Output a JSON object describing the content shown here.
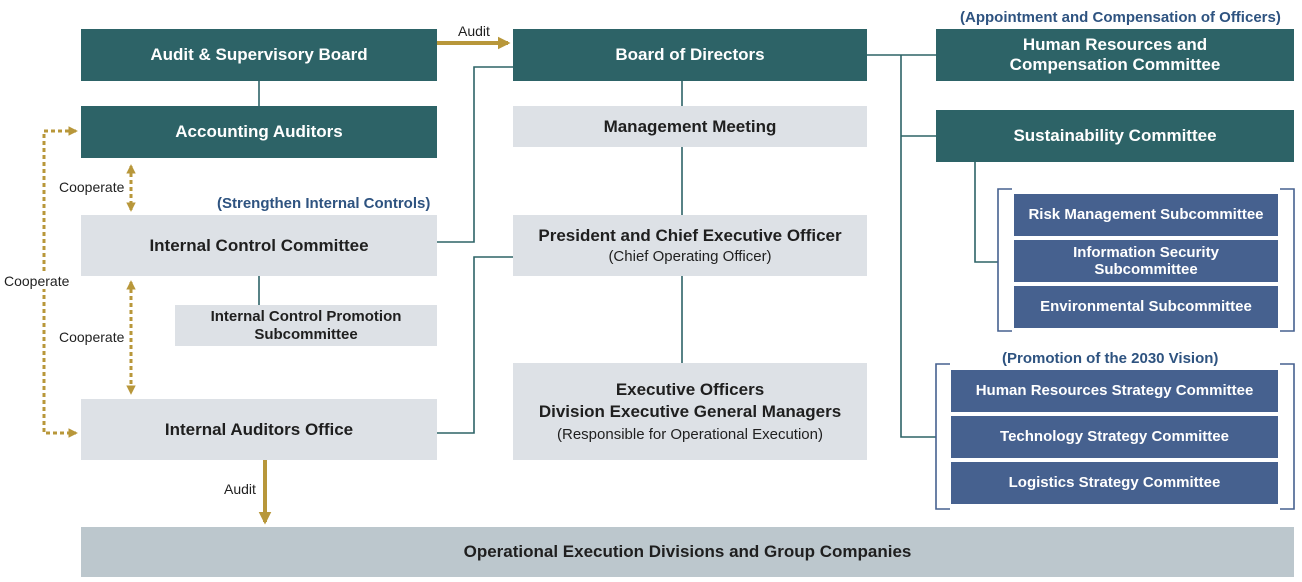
{
  "colors": {
    "teal": "#2d6367",
    "grey": "#dde1e6",
    "navy": "#46618f",
    "gold": "#b8973a",
    "bottom": "#bcc7cd",
    "note_blue": "#2e5380"
  },
  "left": {
    "audit_supervisory_board": "Audit & Supervisory Board",
    "accounting_auditors": "Accounting Auditors",
    "internal_control_committee": "Internal Control Committee",
    "internal_control_promotion": "Internal Control Promotion Subcommittee",
    "internal_auditors_office": "Internal Auditors Office",
    "strengthen_note": "(Strengthen Internal Controls)"
  },
  "center": {
    "board_of_directors": "Board of Directors",
    "management_meeting": "Management Meeting",
    "president_title": "President and Chief Executive Officer",
    "president_sub": "(Chief Operating Officer)",
    "exec_line1": "Executive Officers",
    "exec_line2": "Division Executive General Managers",
    "exec_sub": "(Responsible for Operational Execution)"
  },
  "right": {
    "appointment_note": "(Appointment and Compensation of Officers)",
    "hr_comp_committee": "Human Resources and Compensation Committee",
    "sustainability_committee": "Sustainability Committee",
    "risk_sub": "Risk Management Subcommittee",
    "infosec_sub": "Information Security Subcommittee",
    "env_sub": "Environmental Subcommittee",
    "vision_note": "(Promotion of the 2030 Vision)",
    "hr_strategy": "Human Resources Strategy Committee",
    "tech_strategy": "Technology Strategy Committee",
    "logistics_strategy": "Logistics Strategy Committee"
  },
  "bottom": {
    "divisions": "Operational Execution Divisions and Group Companies"
  },
  "labels": {
    "audit_top": "Audit",
    "audit_bottom": "Audit",
    "cooperate_upper": "Cooperate",
    "cooperate_lower": "Cooperate",
    "cooperate_outer": "Cooperate"
  }
}
